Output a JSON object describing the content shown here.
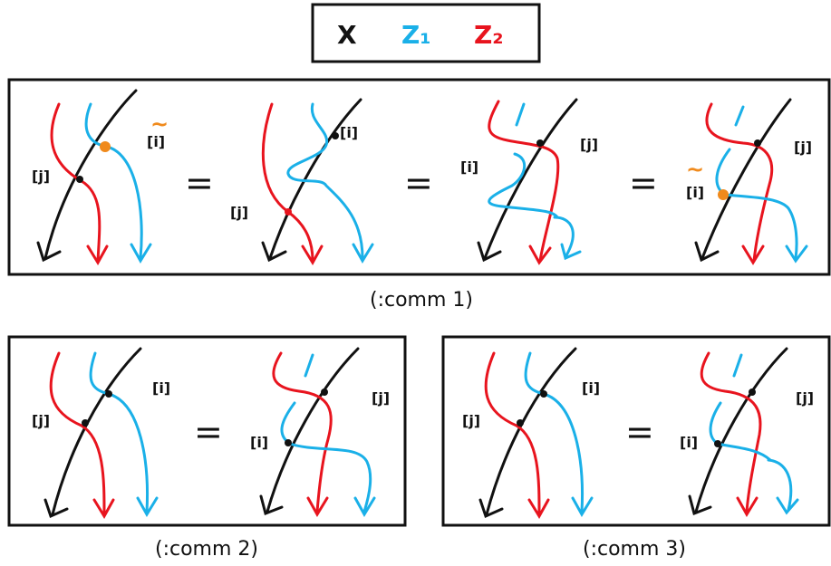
{
  "colors": {
    "x": "#111111",
    "z1": "#1ab0e8",
    "z2": "#e8141e",
    "marker": "#f08a1c"
  },
  "legend": {
    "x": "X",
    "z1": "Z₁",
    "z2": "Z₂"
  },
  "panels": {
    "comm1": {
      "caption": "(:comm 1)",
      "label_i": "[i]",
      "label_j": "[j]",
      "tilde": "~",
      "equals": "="
    },
    "comm2": {
      "caption": "(:comm 2)",
      "label_i": "[i]",
      "label_j": "[j]",
      "equals": "="
    },
    "comm3": {
      "caption": "(:comm 3)",
      "label_i": "[i]",
      "label_j": "[j]",
      "equals": "="
    }
  }
}
